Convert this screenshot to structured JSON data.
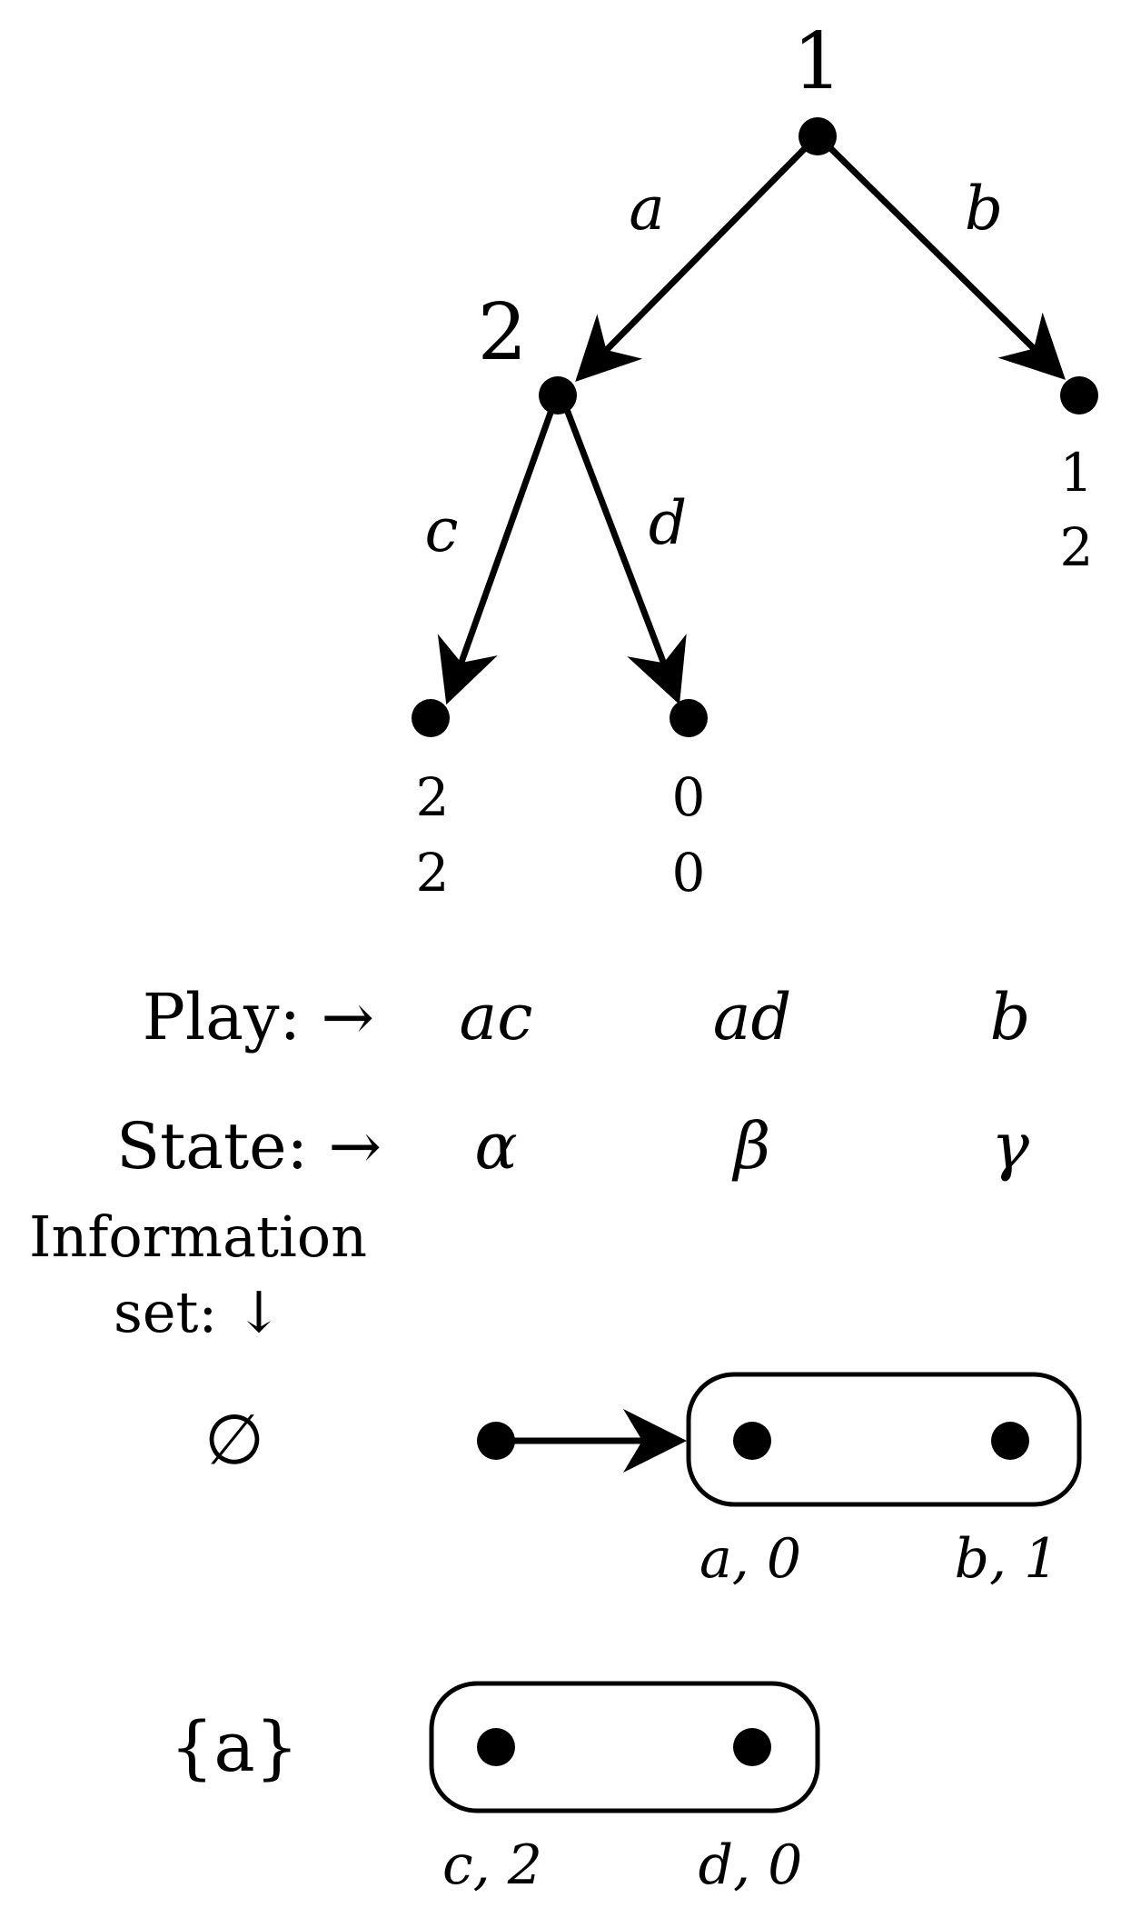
{
  "tree": {
    "root": {
      "player": "1"
    },
    "inner": {
      "player": "2"
    },
    "moves": {
      "a": "a",
      "b": "b",
      "c": "c",
      "d": "d"
    },
    "payoffs": {
      "b": [
        "1",
        "2"
      ],
      "c": [
        "2",
        "2"
      ],
      "d": [
        "0",
        "0"
      ]
    }
  },
  "table": {
    "play_label": "Play: →",
    "plays": [
      "ac",
      "ad",
      "b"
    ],
    "state_label": "State: →",
    "states": [
      "α",
      "β",
      "γ"
    ],
    "infoset_label_line1": "Information",
    "infoset_label_line2": "set: ↓"
  },
  "infosets": {
    "empty": {
      "label": "∅",
      "node_labels": [
        "a, 0",
        "b, 1"
      ]
    },
    "a": {
      "label": "{a}",
      "node_labels": [
        "c, 2",
        "d, 0"
      ]
    }
  }
}
